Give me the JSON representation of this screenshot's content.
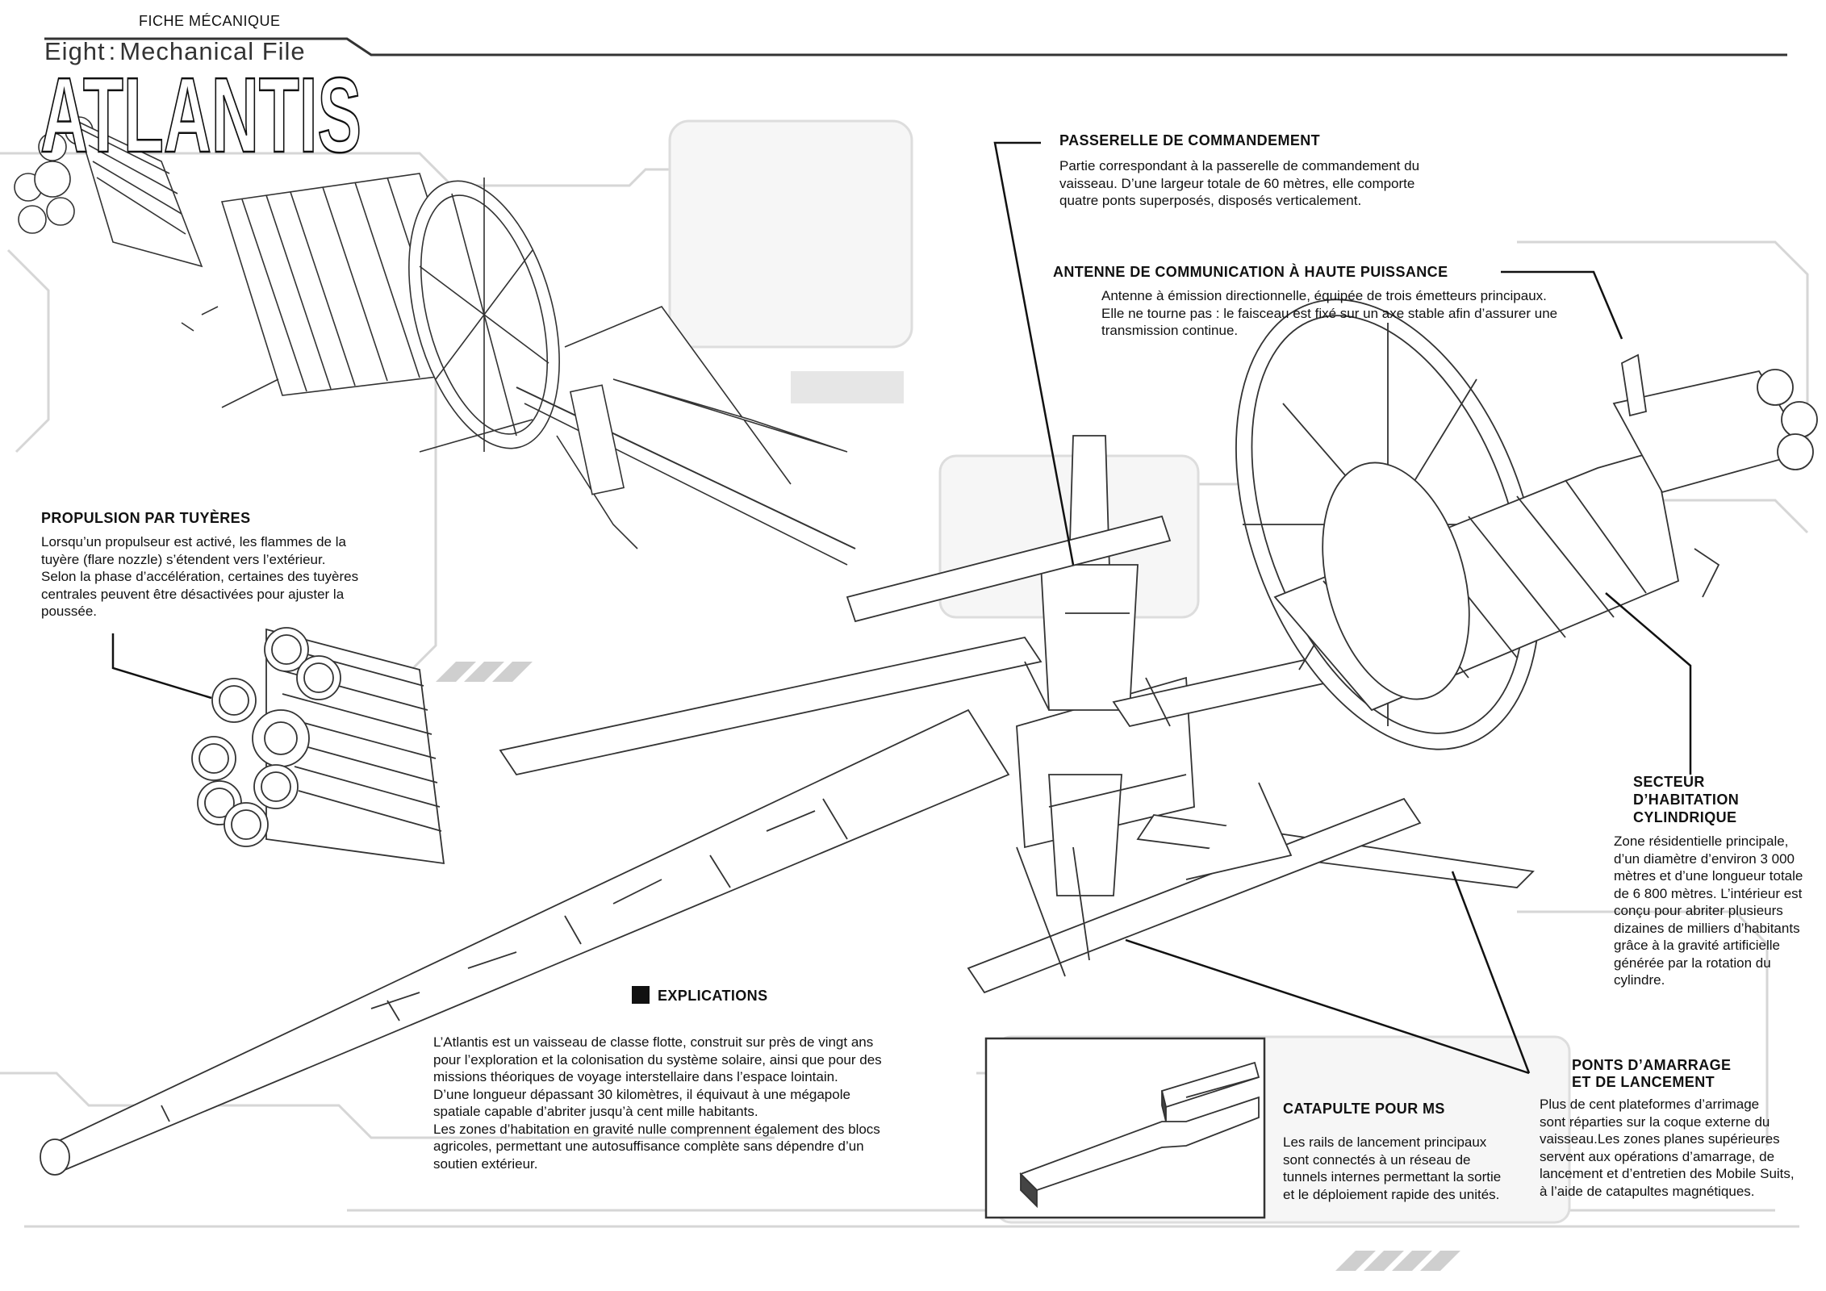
{
  "header": {
    "kicker": "FICHE MÉCANIQUE",
    "subtitle_left": "Eight",
    "subtitle_right": "Mechanical File",
    "title": "ATLANTIS"
  },
  "annotations": {
    "bridge": {
      "heading": "PASSERELLE DE COMMANDEMENT",
      "body": "Partie correspondant à la passerelle de commandement du\nvaisseau. D’une largeur totale de 60 mètres, elle comporte\nquatre ponts superposés, disposés verticalement."
    },
    "antenna": {
      "heading": "ANTENNE DE COMMUNICATION À HAUTE PUISSANCE",
      "body": "Antenne à émission directionnelle, équipée de trois émetteurs principaux.\nElle ne tourne pas : le faisceau est fixé sur un axe stable afin d’assurer une\ntransmission continue."
    },
    "propulsion": {
      "heading": "PROPULSION PAR TUYÈRES",
      "body": "Lorsqu’un propulseur est activé, les flammes de la\ntuyère (flare nozzle) s’étendent vers l’extérieur.\nSelon la phase d’accélération, certaines des tuyères\ncentrales peuvent être désactivées pour ajuster la\npoussée."
    },
    "habitat": {
      "heading": "SECTEUR\nD’HABITATION\nCYLINDRIQUE",
      "body": "Zone résidentielle principale,\nd’un diamètre d’environ 3 000\nmètres et d’une longueur totale\nde 6 800 mètres. L’intérieur est\nconçu pour abriter plusieurs\ndizaines de milliers d’habitants\ngrâce à la gravité artificielle\ngénérée par la rotation du\ncylindre."
    },
    "docking": {
      "heading": "PONTS D’AMARRAGE\nET DE LANCEMENT",
      "body": "Plus de cent plateformes d’arrimage\nsont réparties sur la coque externe du\nvaisseau.Les zones planes supérieures\nservent aux opérations d’amarrage, de\nlancement et d’entretien des Mobile Suits,\nà l’aide de catapultes magnétiques."
    },
    "catapult": {
      "heading": "CATAPULTE POUR MS",
      "body": "Les rails de lancement principaux\nsont connectés à un réseau de\ntunnels internes permettant la sortie\net le déploiement rapide des unités."
    },
    "explanations": {
      "heading": "EXPLICATIONS",
      "body": "L’Atlantis est un vaisseau de classe flotte, construit sur près de vingt ans\npour l’exploration et la colonisation du système solaire, ainsi que pour des\nmissions théoriques de voyage interstellaire dans l’espace lointain.\nD’une longueur dépassant 30 kilomètres, il équivaut à une mégapole\nspatiale capable d’abriter jusqu’à cent mille habitants.\nLes zones d’habitation en gravité nulle comprennent également des blocs\nagricoles, permettant une autosuffisance complète sans dépendre d’un\nsoutien extérieur."
    }
  },
  "colors": {
    "ink": "#111111",
    "background_frame": "#d8d8d8",
    "panel_fill": "#f3f3f3"
  }
}
